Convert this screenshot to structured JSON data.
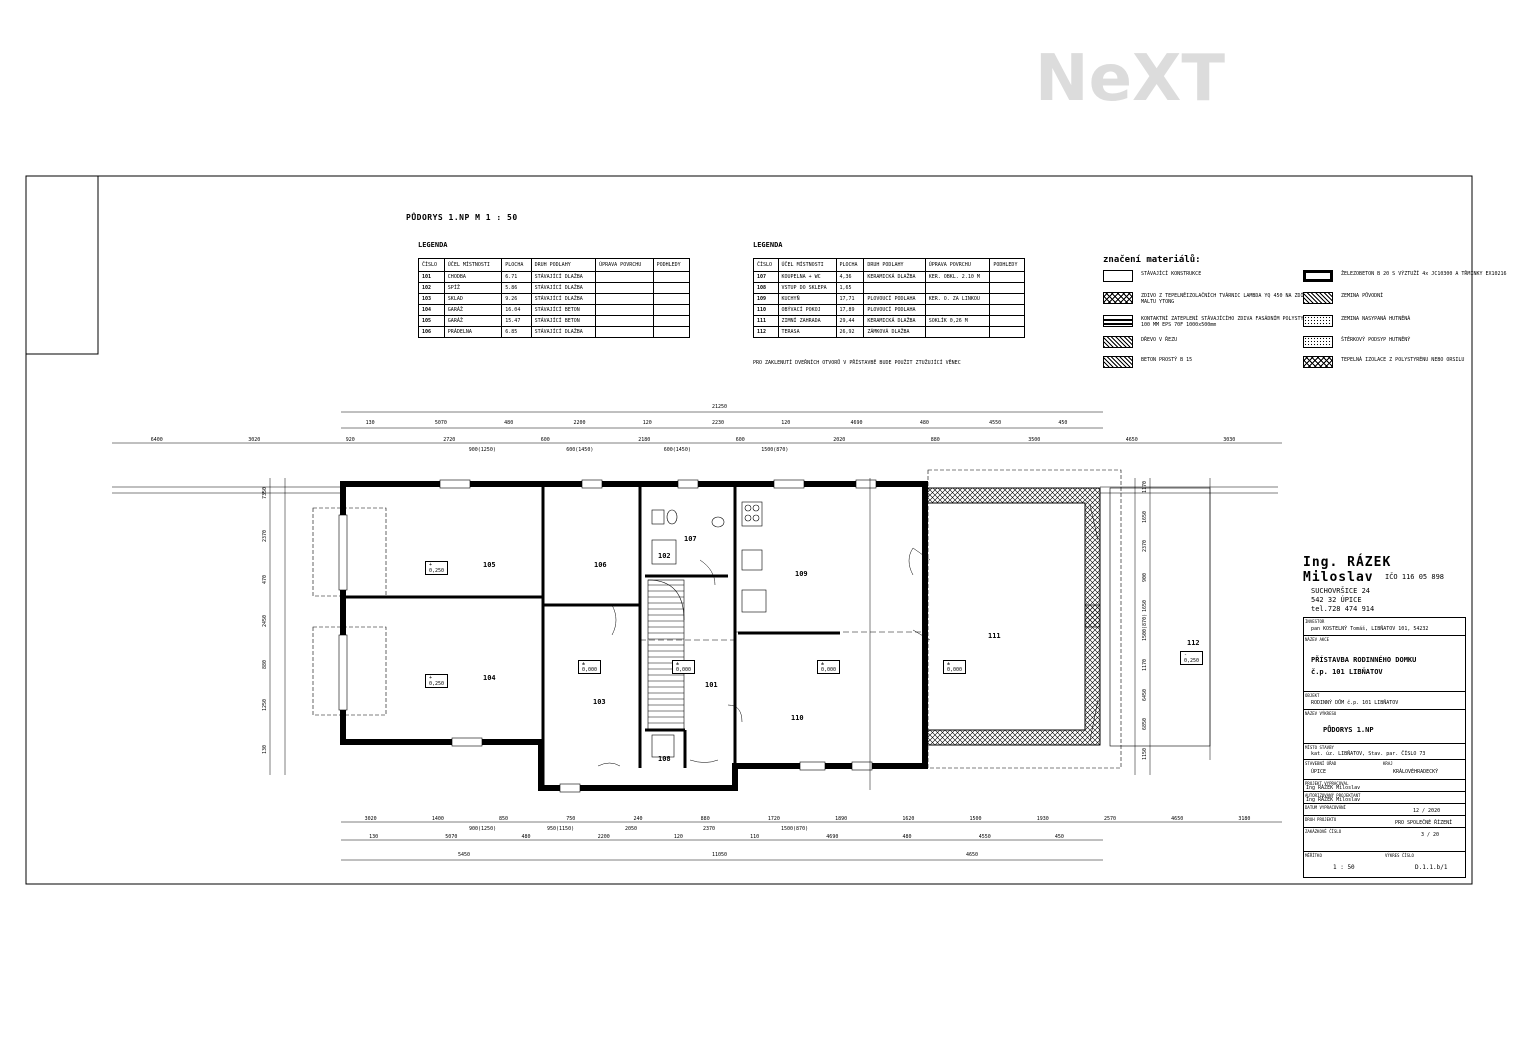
{
  "logo": {
    "text": "NeXT",
    "color": "#dcdcdc"
  },
  "drawing_title": "PŮDORYS 1.NP   M 1 : 50",
  "legend_left": {
    "title": "LEGENDA",
    "headers": [
      "ČÍSLO",
      "ÚČEL MÍSTNOSTI",
      "PLOCHA",
      "DRUH PODLAHY",
      "ÚPRAVA POVRCHU",
      "PODHLEDY"
    ],
    "rows": [
      [
        "101",
        "CHODBA",
        "6.71",
        "STÁVAJÍCÍ DLAŽBA",
        "",
        ""
      ],
      [
        "102",
        "SPÍŽ",
        "5.86",
        "STÁVAJÍCÍ DLAŽBA",
        "",
        ""
      ],
      [
        "103",
        "SKLAD",
        "9.26",
        "STÁVAJÍCÍ DLAŽBA",
        "",
        ""
      ],
      [
        "104",
        "GARÁŽ",
        "16.04",
        "STÁVAJÍCÍ BETON",
        "",
        ""
      ],
      [
        "105",
        "GARÁŽ",
        "15.47",
        "STÁVAJÍCÍ BETON",
        "",
        ""
      ],
      [
        "106",
        "PRÁDELNA",
        "6.85",
        "STÁVAJÍCÍ DLAŽBA",
        "",
        ""
      ]
    ]
  },
  "legend_right": {
    "title": "LEGENDA",
    "headers": [
      "ČÍSLO",
      "ÚČEL MÍSTNOSTI",
      "PLOCHA",
      "DRUH PODLAHY",
      "ÚPRAVA POVRCHU",
      "PODHLEDY"
    ],
    "rows": [
      [
        "107",
        "KOUPELNA + WC",
        "4,36",
        "KERAMICKÁ DLAŽBA",
        "KER. OBKL. 2.10 M",
        ""
      ],
      [
        "108",
        "VSTUP DO SKLEPA",
        "1,65",
        "",
        "",
        ""
      ],
      [
        "109",
        "KUCHYŇ",
        "17,71",
        "PLOVOUCÍ PODLAHA",
        "KER. O. ZA LINKOU",
        ""
      ],
      [
        "110",
        "OBÝVACÍ POKOJ",
        "17,89",
        "PLOVOUCÍ PODLAHA",
        "",
        ""
      ],
      [
        "111",
        "ZIMNÍ ZAHRADA",
        "29,44",
        "KERAMICKÁ DLAŽBA",
        "SOKLÍK 0,26 M",
        ""
      ],
      [
        "112",
        "TERASA",
        "26,92",
        "ZÁMKOVÁ DLAŽBA",
        "",
        ""
      ]
    ],
    "note": "PRO ZAKLENUTÍ DVEŘNÍCH OTVORŮ V PŘÍSTAVBĚ BUDE POUŽIT ZTUŽUJÍCÍ VĚNEC"
  },
  "materials": {
    "title": "značení materiálů:",
    "items": [
      {
        "label": "STÁVAJÍCÍ KONSTRUKCE",
        "style": "plain"
      },
      {
        "label": "ZDIVO Z TEPELNĚIZOLAČNÍCH TVÁRNIC LAMBDA YQ 450 NA ZDÍCÍ MALTU YTONG",
        "style": "cross"
      },
      {
        "label": "KONTAKTNÍ ZATEPLENÍ STÁVAJÍCÍHO ZDIVA FASÁDNÍM POLYSTYRENEM 100 MM EPS 70F 1000x500mm",
        "style": "band"
      },
      {
        "label": "DŘEVO V ŘEZU",
        "style": "hatch"
      },
      {
        "label": "BETON PROSTÝ B 15",
        "style": "hatch"
      },
      {
        "label": "ŽELEZOBETON B 20 S VÝZTUŽÍ 4x JC10300 A TŘMÍNKY EX10216",
        "style": "thick"
      },
      {
        "label": "ZEMINA PŮVODNÍ",
        "style": "hatch"
      },
      {
        "label": "ZEMINA NASYPANÁ HUTNĚNÁ",
        "style": "dots"
      },
      {
        "label": "ŠTĚRKOVÝ PODSYP HUTNĚNÝ",
        "style": "dots"
      },
      {
        "label": "TEPELNÁ IZOLACE Z POLYSTYRÉNU NEBO ORSILU",
        "style": "cross"
      }
    ]
  },
  "rooms": [
    {
      "num": "105",
      "level": "+ 0,250"
    },
    {
      "num": "104",
      "level": "+ 0,250"
    },
    {
      "num": "106",
      "level": ""
    },
    {
      "num": "103",
      "level": "± 0,000"
    },
    {
      "num": "107",
      "level": ""
    },
    {
      "num": "102",
      "level": ""
    },
    {
      "num": "101",
      "level": "± 0,000"
    },
    {
      "num": "108",
      "level": ""
    },
    {
      "num": "109",
      "level": ""
    },
    {
      "num": "110",
      "level": "± 0,000"
    },
    {
      "num": "111",
      "level": "± 0,000"
    },
    {
      "num": "112",
      "level": "- 0,250"
    }
  ],
  "dims_top1": [
    "21250"
  ],
  "dims_top2": [
    "130",
    "5070",
    "480",
    "2200",
    "120",
    "2230",
    "120",
    "4690",
    "480",
    "4550",
    "450"
  ],
  "dims_top3": [
    "6400",
    "3020",
    "920",
    "2720",
    "600",
    "2180",
    "600",
    "2020",
    "880",
    "3500",
    "4650",
    "3030"
  ],
  "dims_top3b": [
    "900(1250)",
    "600(1450)",
    "600(1450)",
    "1500(870)"
  ],
  "dims_bot1": [
    "3020",
    "1400",
    "850",
    "750",
    "240",
    "880",
    "1720",
    "1890",
    "1620",
    "1500",
    "1930",
    "2570",
    "4650",
    "3180"
  ],
  "dims_bot1b": [
    "900(1250)",
    "950(1150)",
    "2050",
    "2370",
    "1500(870)"
  ],
  "dims_bot2": [
    "130",
    "5070",
    "480",
    "2200",
    "120",
    "110",
    "4690",
    "480",
    "4550",
    "450"
  ],
  "dims_bot3": [
    "5450",
    "11050",
    "4650"
  ],
  "dims_left": [
    "7350",
    "2370",
    "470",
    "2450",
    "880",
    "1250",
    "130"
  ],
  "dims_right": [
    "1170",
    "1650",
    "2370",
    "900",
    "1650",
    "1500(870)",
    "1170",
    "6450",
    "6850",
    "1150"
  ],
  "titleblock": {
    "name": "Ing. RÁZEK Miloslav",
    "ico": "IČO 116 05 898",
    "addr1": "SUCHOVRŠICE 24",
    "addr2": "542 32 ÚPICE",
    "tel": "tel.728 474 914",
    "investor_label": "INVESTOR",
    "investor": "pan KOSTELNÝ Tomáš, LIBŇATOV 101, 54232",
    "akce_label": "NÁZEV AKCE",
    "akce1": "PŘÍSTAVBA RODINNÉHO DOMKU",
    "akce2": "č.p. 101 LIBŇATOV",
    "objekt_label": "OBJEKT",
    "objekt": "RODINNÝ DŮM č.p. 101 LIBŇATOV",
    "vykres_label": "NÁZEV VÝKRESU",
    "vykres": "PŮDORYS 1.NP",
    "misto_label": "MÍSTO STAVBY",
    "misto": "kat. úz. LIBŇATOV, Stav. par. ČÍSLO 73",
    "urad_label": "STAVEBNÍ ÚŘAD",
    "urad": "ÚPICE",
    "kraj_label": "KRAJ",
    "kraj": "KRÁLOVÉHRADECKÝ",
    "vypr_label": "PROJEKT VYPRACOVAL",
    "vypr": "Ing RÁZEK Miloslav",
    "autor_label": "AUTORIZOVANÝ PROJEKTANT",
    "autor": "Ing RÁZEK Miloslav",
    "datum_label": "DATUM VYPRACOVÁNÍ",
    "datum": "12 / 2020",
    "druh_label": "DRUH PROJEKTU",
    "druh": "PRO SPOLEČNÉ ŘÍZENÍ",
    "zak_label": "ZAKÁZKOVÉ ČÍSLO",
    "zak": "3 / 20",
    "meritko_label": "MĚŘÍTKO",
    "meritko": "1 : 50",
    "cislo_label": "VÝKRES ČÍSLO",
    "cislo": "D.1.1.b/1"
  }
}
